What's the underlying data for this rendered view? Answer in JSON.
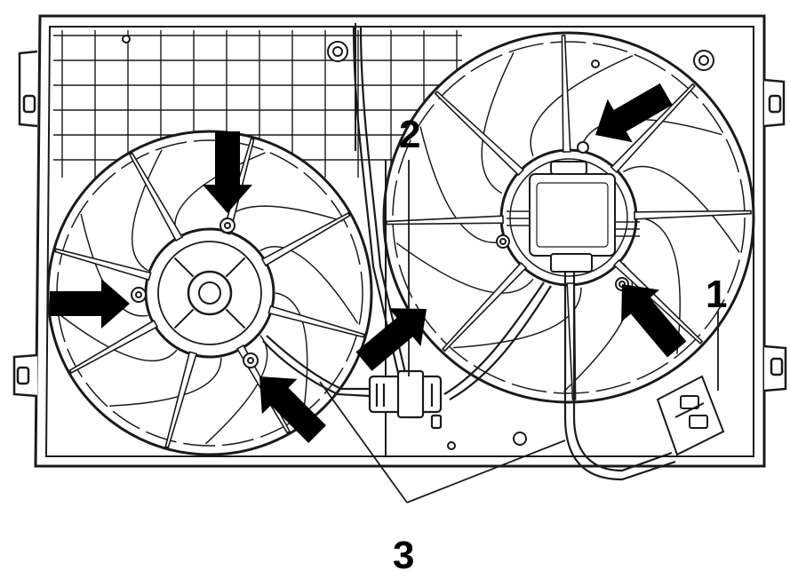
{
  "callouts": {
    "one": "1",
    "two": "2",
    "three": "3"
  },
  "colors": {
    "line": "#1a1a1a",
    "arrow": "#000000",
    "background": "#ffffff",
    "shade": "#e9e9e9"
  },
  "icons": [
    "arrow-icon",
    "fan-icon",
    "connector-icon",
    "bolt-icon"
  ]
}
